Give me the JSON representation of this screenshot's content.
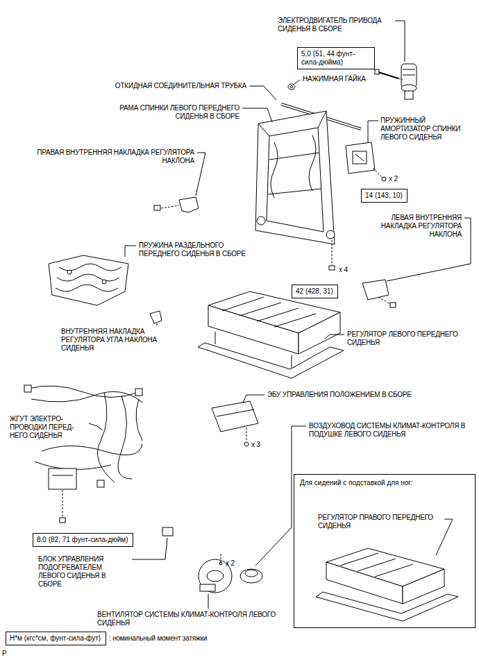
{
  "diagram": {
    "nodes": [
      {
        "text": [
          "5,0 (51, 44 фунт-сила-дюйма)"
        ]
      },
      {
        "text": [
          "14 (143, 10)"
        ]
      },
      {
        "text": [
          "42 (428, 31)"
        ]
      },
      {
        "text": [
          "8,0 (82, 71 фунт-сила-дюйм)"
        ]
      },
      {
        "text": [
          "Для сидений с подставкой для ног:",
          "РЕГУЛЯТОР ПРАВОГО ПЕРЕДНЕГО СИДЕНЬЯ"
        ]
      },
      {
        "text": [
          "Н*м (кгс*см, фунт-сила-фут)"
        ]
      }
    ],
    "labels": [
      "ЭЛЕКТРОДВИГАТЕЛЬ ПРИВОДА СИДЕНЬЯ В СБОРЕ",
      "НАЖИМНАЯ ГАЙКА",
      "ОТКИДНАЯ СОЕДИНИТЕЛЬНАЯ ТРУБКА",
      "РАМА СПИНКИ ЛЕВОГО ПЕРЕДНЕГО СИДЕНЬЯ В СБОРЕ",
      "ПРУЖИННЫЙ АМОРТИЗАТОР СПИНКИ ЛЕВОГО СИДЕНЬЯ",
      "ПРАВАЯ ВНУТРЕННЯЯ НАКЛАДКА РЕГУЛЯТОРА НАКЛОНА",
      "ЛЕВАЯ ВНУТРЕННЯЯ НАКЛАДКА РЕГУЛЯТОРА НАКЛОНА",
      "ПРУЖИНА РАЗДЕЛЬНОГО ПЕРЕДНЕГО СИДЕНЬЯ В СБОРЕ",
      "ВНУТРЕННЯЯ НАКЛАДКА РЕГУЛЯТОРА УГЛА НАКЛОНА СИДЕНЬЯ",
      "РЕГУЛЯТОР ЛЕВОГО ПЕРЕДНЕГО СИДЕНЬЯ",
      "ЭБУ УПРАВЛЕНИЯ ПОЛОЖЕНИЕМ В СБОРЕ",
      "ВОЗДУХОВОД СИСТЕМЫ КЛИМАТ-КОНТРОЛЯ В ПОДУШКЕ ЛЕВОГО СИДЕНЬЯ",
      "ЖГУТ ЭЛЕКТРО- ПРОВОДКИ ПЕРЕД- НЕГО СИДЕНЬЯ",
      "БЛОК УПРАВЛЕНИЯ ПОДОГРЕВАТЕЛЕМ ЛЕВОГО СИДЕНЬЯ В СБОРЕ",
      "ВЕНТИЛЯТОР СИСТЕМЫ КЛИМАТ-КОНТРОЛЯ ЛЕВОГО СИДЕНЬЯ",
      ": номинальный момент затяжки",
      "x 2",
      "x 4",
      "x 3",
      "x 2",
      "P"
    ]
  }
}
